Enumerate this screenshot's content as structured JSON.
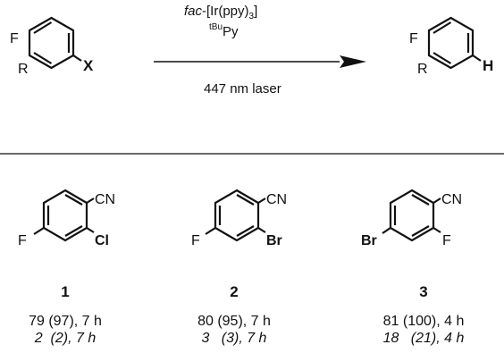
{
  "scheme": {
    "reactant": {
      "f": "F",
      "r": "R",
      "x": "X"
    },
    "product": {
      "f": "F",
      "r": "R",
      "h": "H"
    },
    "conditions": {
      "catalyst_prefix": "fac",
      "catalyst_rest": "-[Ir(ppy)",
      "catalyst_sub": "3",
      "catalyst_close": "]",
      "additive_sup": "tBu",
      "additive_base": "Py",
      "light": "447 nm laser"
    }
  },
  "compounds": [
    {
      "number": "1",
      "para": "F",
      "ortho": "Cl",
      "nitrile": "CN",
      "yield_main": "79 (97), 7 h",
      "yield_control": "2  (2), 7 h"
    },
    {
      "number": "2",
      "para": "F",
      "ortho": "Br",
      "nitrile": "CN",
      "yield_main": "80 (95), 7 h",
      "yield_control": "3   (3), 7 h"
    },
    {
      "number": "3",
      "para": "Br",
      "ortho": "F",
      "nitrile": "CN",
      "yield_main": "81 (100), 4 h",
      "yield_control": "18   (21), 4 h"
    }
  ]
}
